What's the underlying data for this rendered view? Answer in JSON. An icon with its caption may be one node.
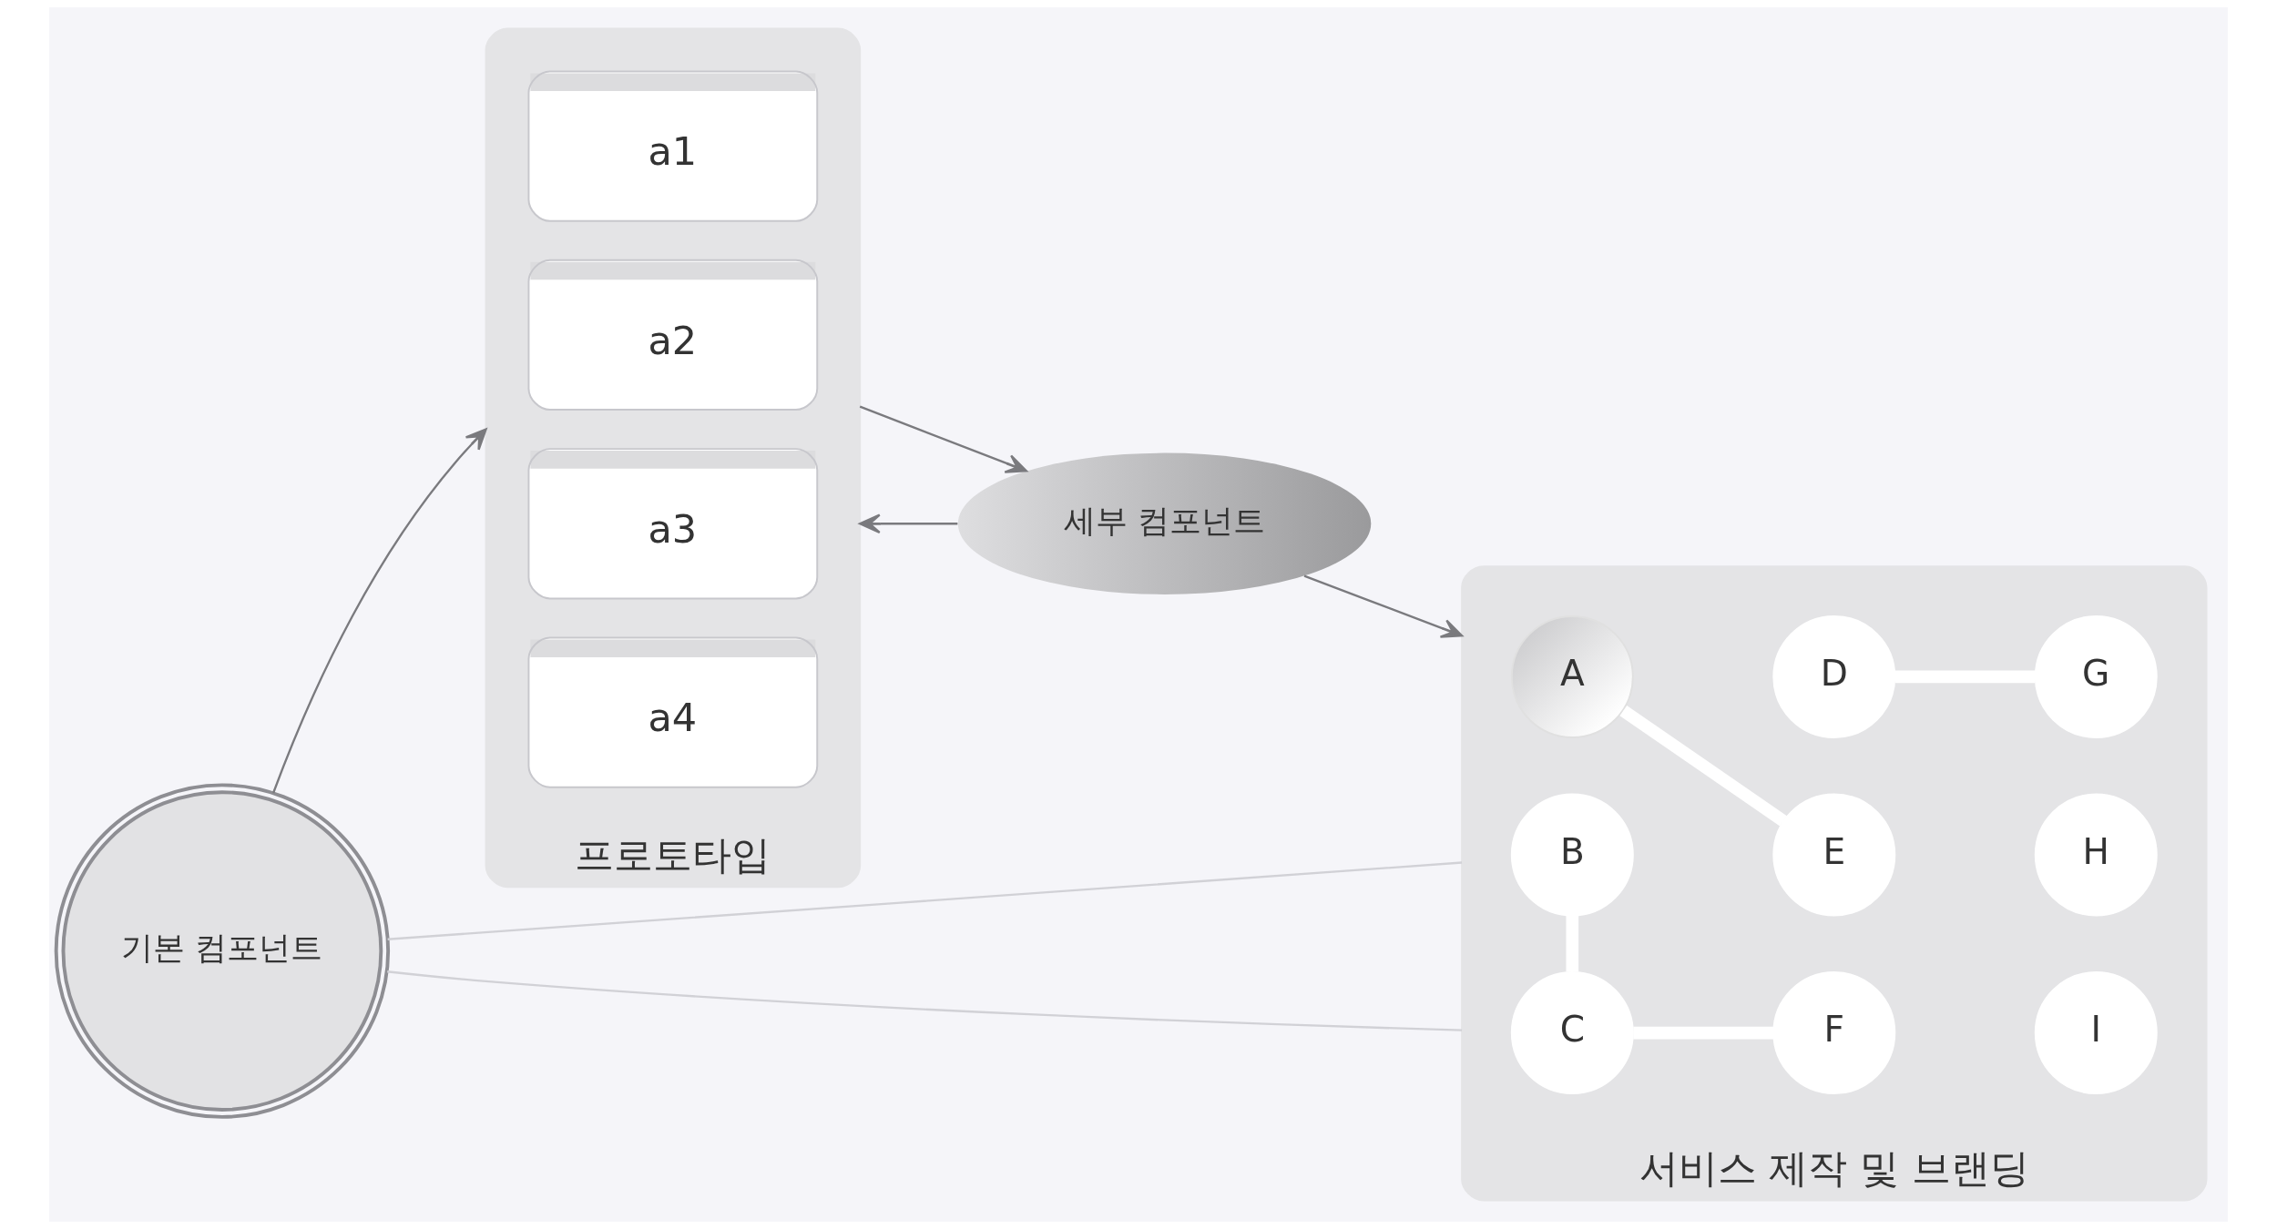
{
  "diagram": {
    "nodes": [
      {
        "text": [
          "기본 컴포넌트"
        ]
      },
      {
        "text": [
          "프로토타입"
        ]
      },
      {
        "text": [
          "a1"
        ],
        "in": 1
      },
      {
        "text": [
          "a2"
        ],
        "in": 1
      },
      {
        "text": [
          "a3"
        ],
        "in": 1
      },
      {
        "text": [
          "a4"
        ],
        "in": 1
      },
      {
        "text": [
          "세부 컴포넌트"
        ]
      },
      {
        "text": [
          "서비스 제작 및 브랜딩"
        ]
      },
      {
        "text": [
          "A"
        ],
        "in": 7
      },
      {
        "text": [
          "D"
        ],
        "in": 7
      },
      {
        "text": [
          "G"
        ],
        "in": 7
      },
      {
        "text": [
          "B"
        ],
        "in": 7
      },
      {
        "text": [
          "E"
        ],
        "in": 7
      },
      {
        "text": [
          "H"
        ],
        "in": 7
      },
      {
        "text": [
          "C"
        ],
        "in": 7
      },
      {
        "text": [
          "F"
        ],
        "in": 7
      },
      {
        "text": [
          "I"
        ],
        "in": 7
      }
    ],
    "edges": [
      {
        "from": 0,
        "to": 1,
        "arrow": "to"
      },
      {
        "from": 1,
        "to": 6,
        "arrow": "to"
      },
      {
        "from": 6,
        "to": 1,
        "arrow": "to"
      },
      {
        "from": 6,
        "to": 7,
        "arrow": "to"
      },
      {
        "from": 0,
        "to": 7,
        "arrow": "none",
        "color": "#d1d1d6"
      },
      {
        "from": 0,
        "to": 7,
        "arrow": "none",
        "color": "#d1d1d6"
      },
      {
        "from": 8,
        "to": 12,
        "arrow": "none",
        "style": "thick",
        "color": "#ffffff"
      },
      {
        "from": 9,
        "to": 10,
        "arrow": "none",
        "style": "thick",
        "color": "#ffffff"
      },
      {
        "from": 11,
        "to": 14,
        "arrow": "none",
        "style": "thick",
        "color": "#ffffff"
      },
      {
        "from": 14,
        "to": 15,
        "arrow": "none",
        "style": "thick",
        "color": "#ffffff"
      }
    ]
  }
}
